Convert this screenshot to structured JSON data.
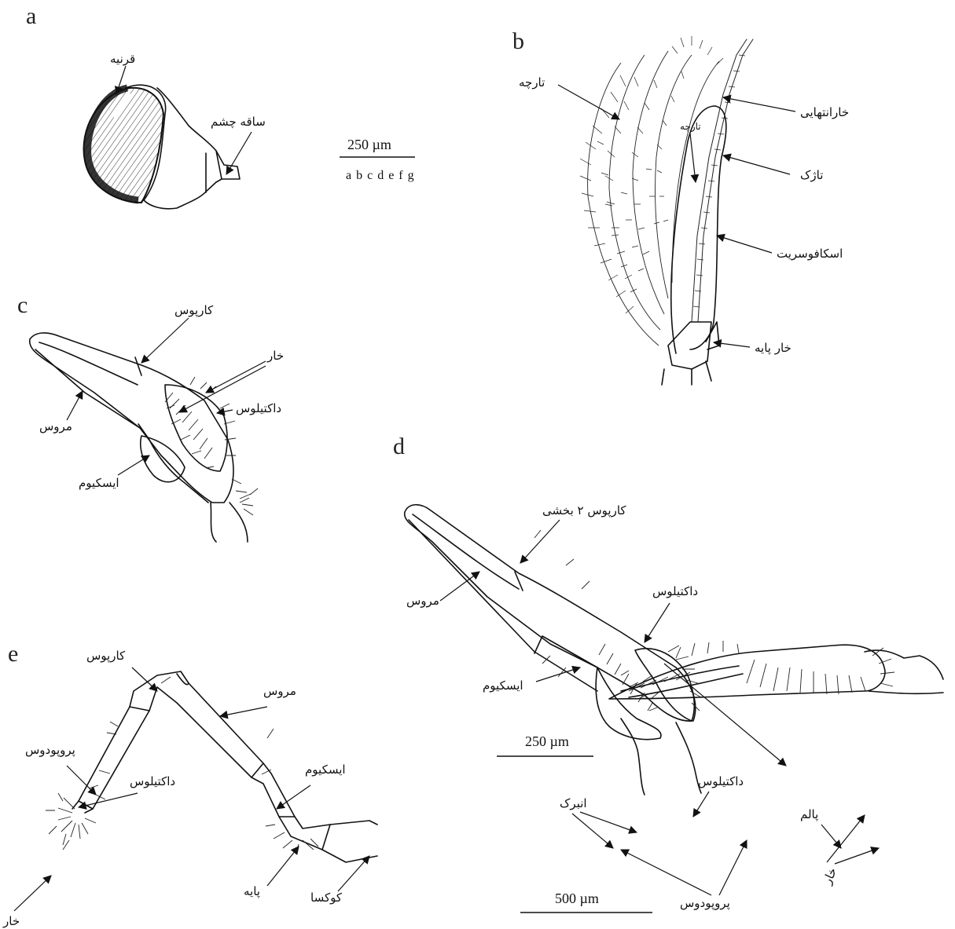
{
  "panels": {
    "a": {
      "letter": "a",
      "labels": {
        "cornea": "قرنیه",
        "eyestalk": "ساقه چشم"
      },
      "scale": {
        "value": "250 µm",
        "letters": "a b c d e f g"
      }
    },
    "b": {
      "letter": "b",
      "labels": {
        "setae_outer": "تارچه",
        "setae_inner": "تارچه",
        "distal_spine": "خارانتهایی",
        "flagellum": "تاژک",
        "scaphocerite": "اسکافوسریت",
        "basal_spine": "خار پایه"
      }
    },
    "c": {
      "letter": "c",
      "labels": {
        "carpus": "کارپوس",
        "spine": "خار",
        "dactylus": "داکتیلوس",
        "merus": "مروس",
        "ischium": "ایسکیوم"
      }
    },
    "d": {
      "letter": "d",
      "labels": {
        "carpus": "کارپوس ۲ بخشی",
        "dactylus": "داکتیلوس",
        "merus": "مروس",
        "ischium": "ایسکیوم",
        "dactylus_detail": "داکتیلوس",
        "chela": "انبرک",
        "palm": "پالم",
        "spine": "خار",
        "propodus": "پروپودوس"
      },
      "scale_upper": "250 µm",
      "scale_lower": "500 µm"
    },
    "e": {
      "letter": "e",
      "labels": {
        "carpus": "کارپوس",
        "merus": "مروس",
        "propodus": "پروپودوس",
        "ischium": "ایسکیوم",
        "dactylus": "داکتیلوس",
        "spine": "خار",
        "basis": "پایه",
        "coxa": "کوکسا"
      }
    }
  }
}
